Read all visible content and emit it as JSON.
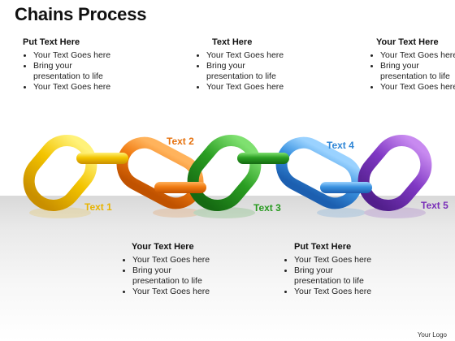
{
  "title": "Chains Process",
  "blocks": [
    {
      "heading": "Put Text Here",
      "bullets": [
        "Your Text Goes here",
        "Bring your presentation to life",
        "Your Text Goes here"
      ]
    },
    {
      "heading": "Text Here",
      "bullets": [
        "Your Text Goes here",
        "Bring your presentation to life",
        "Your Text Goes here"
      ]
    },
    {
      "heading": "Your Text Here",
      "bullets": [
        "Your Text Goes here",
        "Bring your presentation to life",
        "Your Text Goes here"
      ]
    },
    {
      "heading": "Your Text Here",
      "bullets": [
        "Your Text Goes here",
        "Bring your presentation to life",
        "Your Text Goes here"
      ]
    },
    {
      "heading": "Put Text Here",
      "bullets": [
        "Your Text Goes here",
        "Bring your presentation to life",
        "Your Text Goes here"
      ]
    }
  ],
  "links": [
    {
      "label": "Text 1",
      "color": "#e8b400"
    },
    {
      "label": "Text 2",
      "color": "#e6720e"
    },
    {
      "label": "Text 3",
      "color": "#279a1f"
    },
    {
      "label": "Text 4",
      "color": "#2f86d6"
    },
    {
      "label": "Text 5",
      "color": "#7a2fb8"
    }
  ],
  "logo": "Your Logo"
}
